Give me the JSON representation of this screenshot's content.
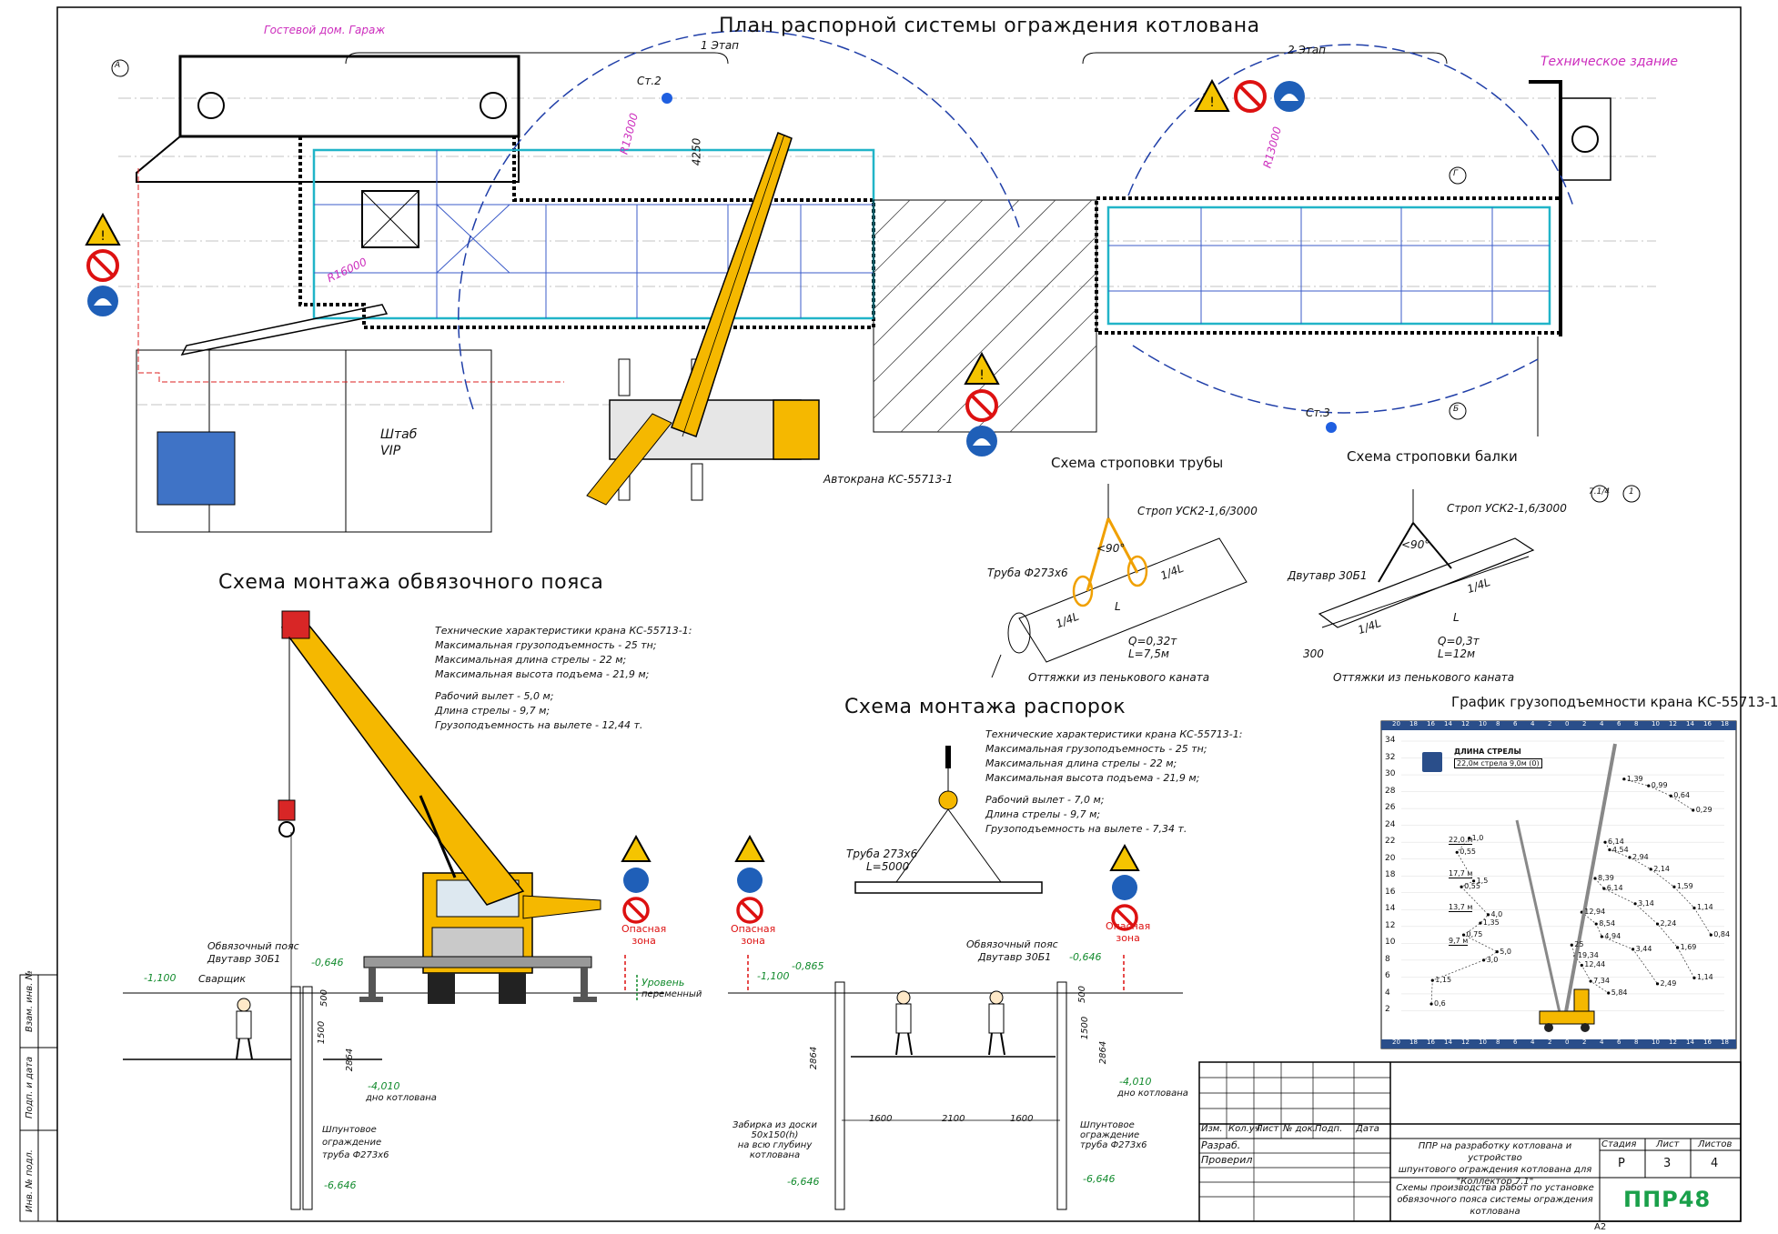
{
  "titles": {
    "plan": "План распорной системы ограждения котлована",
    "belt": "Схема монтажа обвязочного пояса",
    "struts": "Схема монтажа распорок",
    "pipe_sling": "Схема строповки трубы",
    "beam_sling": "Схема строповки балки",
    "load_chart": "График грузоподъемности крана КС-55713-1"
  },
  "plan": {
    "stage1": "1 Этап",
    "stage2": "2 Этап",
    "guest_house": "Гостевой дом. Гараж",
    "tech_building": "Техническое здание",
    "hq": "Штаб",
    "hq2": "VIP",
    "crane_label": "Автокрана КС-55713-1",
    "st2": "Ст.2",
    "st3": "Ст.3",
    "r13000a": "R13000",
    "r13000b": "R13000",
    "r16000": "R16000",
    "dim4250": "4250",
    "axes": [
      "А",
      "Б",
      "Г",
      "Б",
      "1",
      "7.1/4"
    ]
  },
  "pipe_sling": {
    "strop": "Строп УСК2-1,6/3000",
    "pipe": "Труба Ф273х6",
    "angle": "<90°",
    "q": "Q=0,32т",
    "l": "L=7,5м",
    "q4": "1/4L",
    "lmid": "L",
    "guy": "Оттяжки из пенькового каната"
  },
  "beam_sling": {
    "strop": "Строп УСК2-1,6/3000",
    "beam": "Двутавр 30Б1",
    "angle": "<90°",
    "q": "Q=0,3т",
    "l": "L=12м",
    "q4": "1/4L",
    "lmid": "L",
    "dim300": "300",
    "guy": "Оттяжки из пенькового каната"
  },
  "crane1_specs": [
    "Технические характеристики крана КС-55713-1:",
    "Максимальная грузоподъемность - 25 тн;",
    "Максимальная длина стрелы - 22 м;",
    "Максимальная высота подъема - 21,9 м;",
    "",
    "Рабочий вылет - 5,0 м;",
    "Длина стрелы - 9,7 м;",
    "Грузоподъемность на вылете - 12,44 т."
  ],
  "crane2_specs": [
    "Технические характеристики крана КС-55713-1:",
    "Максимальная грузоподъемность - 25 тн;",
    "Максимальная длина стрелы - 22 м;",
    "Максимальная высота подъема - 21,9 м;",
    "",
    "Рабочий вылет - 7,0 м;",
    "Длина стрелы - 9,7 м;",
    "Грузоподъемность на вылете - 7,34 т."
  ],
  "belt": {
    "belt_label": "Обвязочный пояс",
    "belt_beam": "Двутавр 30Б1",
    "welder": "Сварщик",
    "lvl1": "-1,100",
    "lvl2": "-0,646",
    "lvl3": "-4,010",
    "bottom": "дно котлована",
    "lvl4": "-6,646",
    "sheet_pile1": "Шпунтовое",
    "sheet_pile2": "ограждение",
    "sheet_pile3": "труба Ф273х6",
    "ground1": "Уровень",
    "ground2": "переменный",
    "d500": "500",
    "d1500": "1500",
    "d2864": "2864"
  },
  "struts": {
    "pipe": "Труба 273х6",
    "pipe_len": "L=5000",
    "lvl1": "-1,100",
    "lvl0865": "-0,865",
    "belt_label": "Обвязочный пояс",
    "belt_beam": "Двутавр 30Б1",
    "lvl2": "-0,646",
    "lvl3": "-4,010",
    "bottom": "дно котлована",
    "lvl4": "-6,646",
    "board1": "Забирка из доски",
    "board2": "50х150(h)",
    "board3": "на всю глубину",
    "board4": "котлована",
    "pile1": "Шпунтовое",
    "pile2": "ограждение",
    "pile3": "труба Ф273х6",
    "d1600a": "1600",
    "d2100": "2100",
    "d1600b": "1600",
    "d500": "500",
    "d1500": "1500",
    "d2864a": "2864",
    "d2864b": "2864"
  },
  "danger": {
    "l1": "Опасная",
    "l2": "зона"
  },
  "chart_data": {
    "type": "scatter",
    "title": "График грузоподъемности крана КС-55713-1",
    "ylim": [
      0,
      34
    ],
    "y_ticks": [
      2,
      4,
      6,
      8,
      10,
      12,
      14,
      16,
      18,
      20,
      22,
      24,
      26,
      28,
      30,
      32,
      34
    ],
    "x_ticks_top": [
      "20",
      "18",
      "16",
      "14",
      "12",
      "10",
      "8",
      "6",
      "4",
      "2",
      "0",
      "2",
      "4",
      "6",
      "8",
      "10",
      "12",
      "14",
      "16",
      "18"
    ],
    "legend": "ДЛИНА СТРЕЛЫ",
    "legend_value": "22,0м стрела 9,0м (0)",
    "boom_labels": [
      {
        "label": "22,0 м",
        "y": 22
      },
      {
        "label": "17,7 м",
        "y": 18
      },
      {
        "label": "13,7 м",
        "y": 14
      },
      {
        "label": "9,7 м",
        "y": 10
      }
    ],
    "series": [
      {
        "values": [
          {
            "x": 10,
            "y": 29.5,
            "v": "1,39"
          },
          {
            "x": 12.2,
            "y": 28.7,
            "v": "0,99"
          },
          {
            "x": 14.2,
            "y": 27.5,
            "v": "0,64"
          },
          {
            "x": 16.2,
            "y": 25.8,
            "v": "0,29"
          }
        ]
      },
      {
        "values": [
          {
            "x": 8.3,
            "y": 22,
            "v": "6,14"
          },
          {
            "x": 8.7,
            "y": 21.1,
            "v": "4,54"
          },
          {
            "x": 10.5,
            "y": 20.2,
            "v": "2,94"
          },
          {
            "x": 12.4,
            "y": 18.8,
            "v": "2,14"
          },
          {
            "x": 14.5,
            "y": 16.7,
            "v": "1,59"
          },
          {
            "x": 16.3,
            "y": 14.2,
            "v": "1,14"
          },
          {
            "x": 17.8,
            "y": 11,
            "v": "0,84"
          }
        ]
      },
      {
        "values": [
          {
            "x": 7.4,
            "y": 17.7,
            "v": "8,39"
          },
          {
            "x": 8.2,
            "y": 16.5,
            "v": "6,14"
          },
          {
            "x": 11,
            "y": 14.7,
            "v": "3,14"
          },
          {
            "x": 13,
            "y": 12.3,
            "v": "2,24"
          },
          {
            "x": 14.8,
            "y": 9.5,
            "v": "1,69"
          },
          {
            "x": 16.3,
            "y": 5.9,
            "v": "1,14"
          }
        ]
      },
      {
        "values": [
          {
            "x": 6.2,
            "y": 13.7,
            "v": "12,94"
          },
          {
            "x": 7.5,
            "y": 12.3,
            "v": "8,54"
          },
          {
            "x": 8,
            "y": 10.8,
            "v": "4,94"
          },
          {
            "x": 10.8,
            "y": 9.3,
            "v": "3,44"
          },
          {
            "x": 13,
            "y": 5.2,
            "v": "2,49"
          }
        ]
      },
      {
        "values": [
          {
            "x": 5.3,
            "y": 9.8,
            "v": "25"
          },
          {
            "x": 5.6,
            "y": 8.5,
            "v": "19,34"
          },
          {
            "x": 6.2,
            "y": 7.4,
            "v": "12,44"
          },
          {
            "x": 7,
            "y": 5.5,
            "v": "7,34"
          },
          {
            "x": 8.6,
            "y": 4.1,
            "v": "5,84"
          }
        ]
      },
      {
        "values": [
          {
            "x": -3.9,
            "y": 22.5,
            "v": "1,0"
          },
          {
            "x": -5,
            "y": 20.8,
            "v": "0,55"
          },
          {
            "x": -3.5,
            "y": 17.4,
            "v": "1,5"
          },
          {
            "x": -4.6,
            "y": 16.7,
            "v": "0,55"
          },
          {
            "x": -2.2,
            "y": 13.4,
            "v": "4,0"
          },
          {
            "x": -2.9,
            "y": 12.4,
            "v": "1,35"
          },
          {
            "x": -4.4,
            "y": 11,
            "v": "0,75"
          },
          {
            "x": -1.4,
            "y": 9,
            "v": "5,0"
          },
          {
            "x": -2.6,
            "y": 8,
            "v": "3,0"
          },
          {
            "x": -7.2,
            "y": 5.6,
            "v": "1,15"
          },
          {
            "x": -7.3,
            "y": 2.8,
            "v": "0,6"
          }
        ]
      }
    ]
  },
  "titleblock": {
    "headers": [
      "Изм.",
      "Кол.уч",
      "Лист",
      "№ док.",
      "Подп.",
      "Дата"
    ],
    "razrab": "Разраб.",
    "proveril": "Проверил",
    "project1": "ППР на разработку котлована и устройство",
    "project2": "шпунтового ограждения котлована для",
    "project3": "\"Коллектор 7.1\"",
    "stage_h": "Стадия",
    "sheet_h": "Лист",
    "sheets_h": "Листов",
    "stage": "Р",
    "sheet": "3",
    "sheets": "4",
    "desc1": "Схемы производства работ по установке",
    "desc2": "обвязочного пояса системы ограждения",
    "desc3": "котлована",
    "logo": "ППР48",
    "format": "А2"
  },
  "sidebar": [
    "Взам. инв. №",
    "Подп. и дата",
    "Инв. № подл."
  ]
}
